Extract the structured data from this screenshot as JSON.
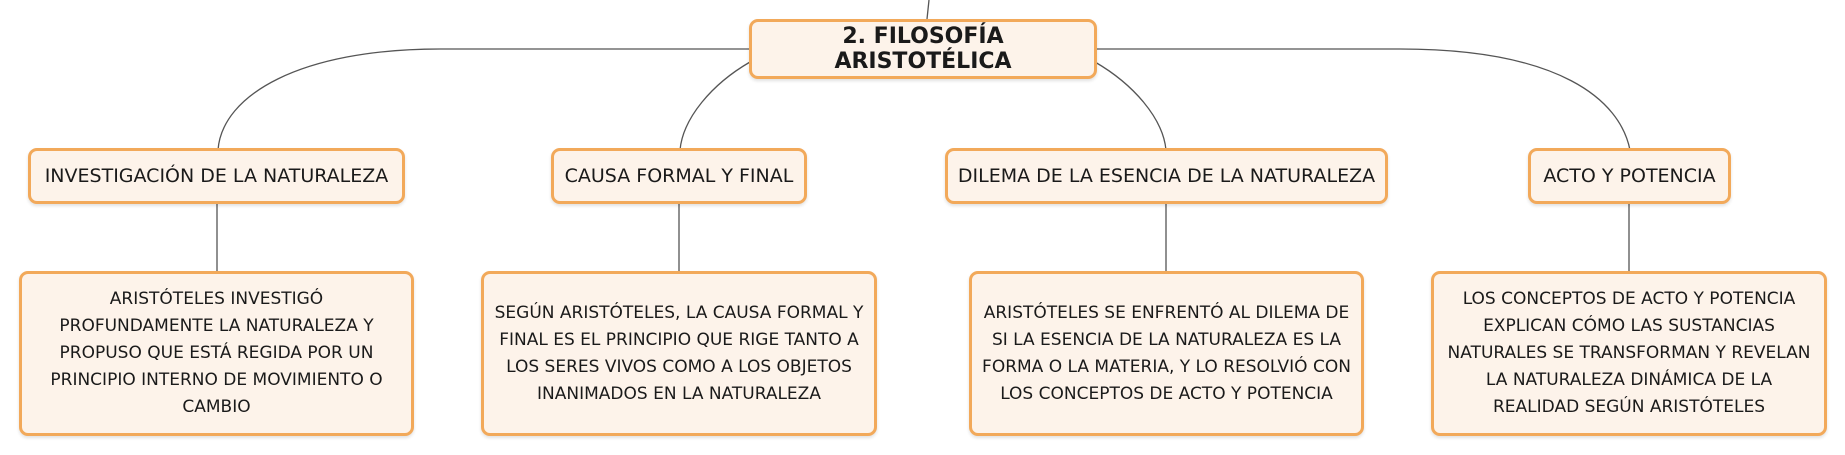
{
  "root": {
    "title": "2. FILOSOFÍA ARISTOTÉLICA"
  },
  "branches": [
    {
      "title": "INVESTIGACIÓN DE LA NATURALEZA",
      "text": "ARISTÓTELES INVESTIGÓ PROFUNDAMENTE LA NATURALEZA Y PROPUSO QUE ESTÁ REGIDA POR UN PRINCIPIO INTERNO DE MOVIMIENTO O CAMBIO"
    },
    {
      "title": "CAUSA FORMAL Y FINAL",
      "text": "SEGÚN ARISTÓTELES, LA CAUSA FORMAL Y FINAL ES EL PRINCIPIO QUE RIGE TANTO A LOS SERES VIVOS COMO A LOS OBJETOS INANIMADOS EN LA NATURALEZA"
    },
    {
      "title": "DILEMA DE LA ESENCIA DE LA NATURALEZA",
      "text": "ARISTÓTELES SE ENFRENTÓ AL DILEMA DE SI LA ESENCIA DE LA NATURALEZA ES LA FORMA O LA MATERIA, Y LO RESOLVIÓ CON LOS CONCEPTOS DE ACTO Y POTENCIA"
    },
    {
      "title": "ACTO Y POTENCIA",
      "text": "LOS CONCEPTOS DE ACTO Y POTENCIA EXPLICAN CÓMO LAS SUSTANCIAS NATURALES SE TRANSFORMAN Y REVELAN LA NATURALEZA DINÁMICA DE LA REALIDAD SEGÚN ARISTÓTELES"
    }
  ]
}
